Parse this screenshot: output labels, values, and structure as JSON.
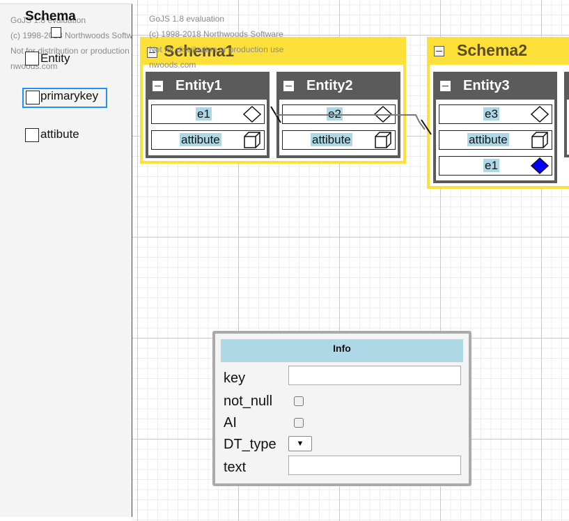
{
  "watermark": {
    "line1": "GoJS 1.8 evaluation",
    "line2": "(c) 1998-2018 Northwoods Software",
    "line3": "Not for distribution or production use",
    "line4": "nwoods.com"
  },
  "palette": {
    "title": "Schema",
    "items": [
      {
        "label": "Entity"
      },
      {
        "label": "primarykey"
      },
      {
        "label": "attibute"
      }
    ]
  },
  "diagram": {
    "groups": [
      {
        "title": "Schema1"
      },
      {
        "title": "Schema2"
      }
    ],
    "entities": [
      {
        "title": "Entity1",
        "attributes": [
          {
            "text": "e1",
            "icon": "diamond-icon"
          },
          {
            "text": "attibute",
            "icon": "cube-icon"
          }
        ]
      },
      {
        "title": "Entity2",
        "attributes": [
          {
            "text": "e2",
            "icon": "diamond-icon"
          },
          {
            "text": "attibute",
            "icon": "cube-icon"
          }
        ]
      },
      {
        "title": "Entity3",
        "attributes": [
          {
            "text": "e3",
            "icon": "diamond-icon"
          },
          {
            "text": "attibute",
            "icon": "cube-icon"
          },
          {
            "text": "e1",
            "icon": "filled-diamond-icon"
          }
        ]
      }
    ]
  },
  "info": {
    "title": "Info",
    "fields": {
      "key": {
        "label": "key",
        "value": ""
      },
      "not_null": {
        "label": "not_null",
        "checked": false
      },
      "ai": {
        "label": "AI",
        "checked": false
      },
      "dt_type": {
        "label": "DT_type",
        "value": ""
      },
      "text": {
        "label": "text",
        "value": ""
      }
    }
  },
  "colors": {
    "group_fill": "#fde03a",
    "entity_header": "#5b5b5b",
    "attr_highlight": "#aed8e6",
    "selection": "#1e90ff",
    "primary_key_fill": "#0000ff"
  }
}
